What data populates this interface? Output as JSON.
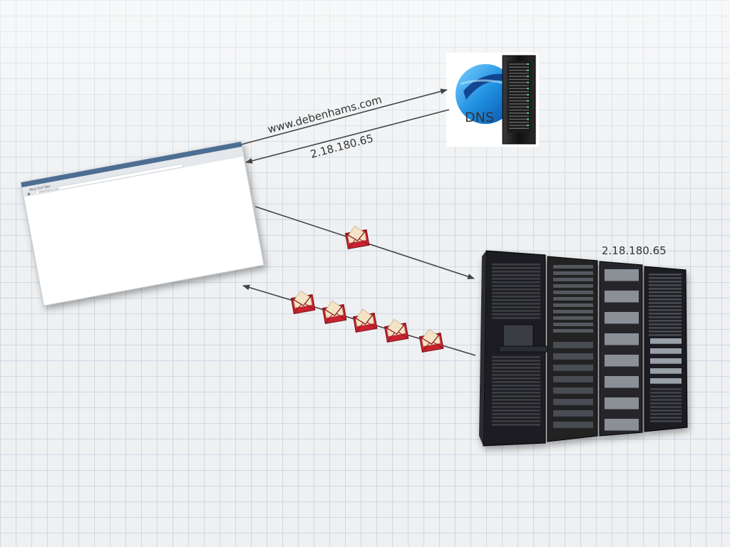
{
  "browser": {
    "tab_title": "Most Visit Tabs",
    "address": "debenhams.com"
  },
  "dns": {
    "label": "DNS"
  },
  "request_label": "www.debenhams.com",
  "response_label": "2.18.180.65",
  "server": {
    "ip_label": "2.18.180.65"
  },
  "colors": {
    "arrow": "#444444",
    "envelope": "#c8232f",
    "rack": "#1e1f22"
  }
}
